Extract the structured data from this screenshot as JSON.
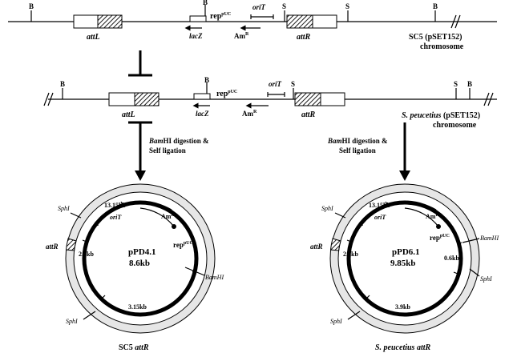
{
  "top_map": {
    "b1": "B",
    "b2": "B",
    "b3": "B",
    "s1": "S",
    "s2": "S",
    "attL": "attL",
    "attR": "attR",
    "rep": "rep",
    "rep_sup": "pUC",
    "lacZ": "lacZ",
    "amR": "Am",
    "amR_sup": "R",
    "oriT": "oriT",
    "strain_line1": "SC5 (pSET152)",
    "strain_line2": "chromosome"
  },
  "mid_map": {
    "b1": "B",
    "b2": "B",
    "b3": "B",
    "s1": "S",
    "s2": "S",
    "attL": "attL",
    "attR": "attR",
    "rep": "rep",
    "rep_sup": "pUC",
    "lacZ": "lacZ",
    "amR": "Am",
    "amR_sup": "R",
    "oriT": "oriT",
    "strain_line1_italic": "S. peucetius",
    "strain_line1_rest": " (pSET152)",
    "strain_line2": "chromosome"
  },
  "digestion_left": {
    "enzyme": "Bam",
    "rest": "HI digestion &",
    "line2": "Self ligation"
  },
  "digestion_right": {
    "enzyme": "Bam",
    "rest": "HI digestion &",
    "line2": "Self ligation"
  },
  "plasmid_left": {
    "name": "pPD4.1",
    "size": "8.6kb",
    "seg_top": "13.15kb",
    "seg_left": "2.3kb",
    "seg_bottom": "3.15kb",
    "oriT": "oriT",
    "amR": "Am",
    "amR_sup": "R",
    "rep": "rep",
    "rep_sup": "pUC",
    "sphI_top": "SphI",
    "sphI_bottom": "SphI",
    "attR": "attR",
    "bamHI": "BamHI",
    "caption_prefix": "SC5 ",
    "caption_att": "attR"
  },
  "plasmid_right": {
    "name": "pPD6.1",
    "size": "9.85kb",
    "seg_top": "13.15kb",
    "seg_left": "2.2kb",
    "seg_right": "0.6kb",
    "seg_bottom": "3.9kb",
    "oriT": "oriT",
    "amR": "Am",
    "amR_sup": "R",
    "rep": "rep",
    "rep_sup": "pUC",
    "sphI_top": "SphI",
    "sphI_right": "SphI",
    "sphI_bottom": "SphI",
    "attR": "attR",
    "bamHI": "BamHI",
    "caption_italic": "S. peucetius ",
    "caption_att": "attR"
  }
}
